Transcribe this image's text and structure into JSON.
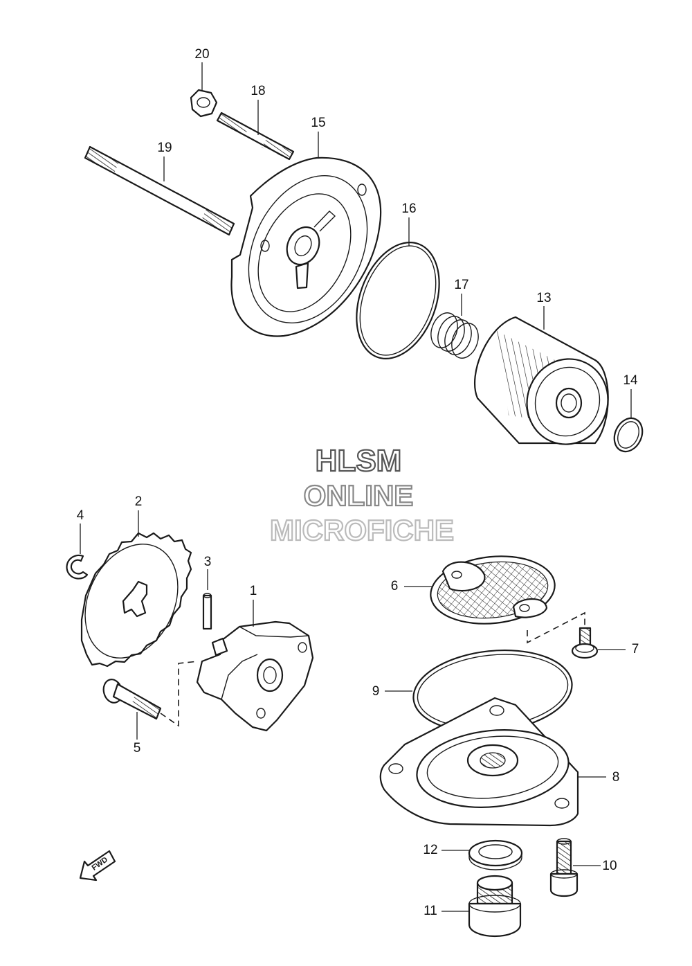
{
  "watermark": {
    "line1": "HLSM",
    "line2": "ONLINE",
    "line3": "MICROFICHE"
  },
  "fwd_badge": "FWD",
  "callouts": [
    {
      "id": "1",
      "label": "1"
    },
    {
      "id": "2",
      "label": "2"
    },
    {
      "id": "3",
      "label": "3"
    },
    {
      "id": "4",
      "label": "4"
    },
    {
      "id": "5",
      "label": "5"
    },
    {
      "id": "6",
      "label": "6"
    },
    {
      "id": "7",
      "label": "7"
    },
    {
      "id": "8",
      "label": "8"
    },
    {
      "id": "9",
      "label": "9"
    },
    {
      "id": "10",
      "label": "10"
    },
    {
      "id": "11",
      "label": "11"
    },
    {
      "id": "12",
      "label": "12"
    },
    {
      "id": "13",
      "label": "13"
    },
    {
      "id": "14",
      "label": "14"
    },
    {
      "id": "15",
      "label": "15"
    },
    {
      "id": "16",
      "label": "16"
    },
    {
      "id": "17",
      "label": "17"
    },
    {
      "id": "18",
      "label": "18"
    },
    {
      "id": "19",
      "label": "19"
    },
    {
      "id": "20",
      "label": "20"
    }
  ],
  "colors": {
    "line": "#1a1a1a",
    "background": "#ffffff",
    "watermark_dark": "#555555",
    "watermark_mid": "#888888",
    "watermark_light": "#bbbbbb"
  }
}
